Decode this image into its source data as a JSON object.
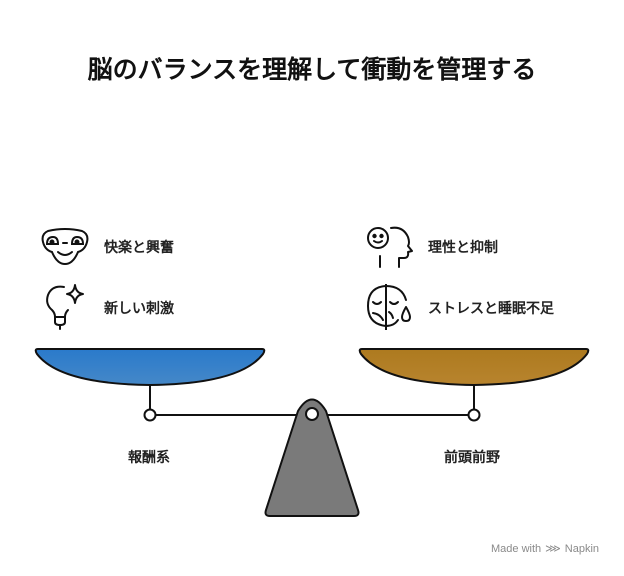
{
  "title": "脳のバランスを理解して衝動を管理する",
  "left": {
    "base_label": "報酬系",
    "pan_color": "#2f7dc8",
    "items": [
      {
        "icon": "alien-face-icon",
        "label": "快楽と興奮"
      },
      {
        "icon": "lightbulb-sparkle-icon",
        "label": "新しい刺激"
      }
    ]
  },
  "right": {
    "base_label": "前頭前野",
    "pan_color": "#b07c22",
    "items": [
      {
        "icon": "head-profile-smile-icon",
        "label": "理性と抑制"
      },
      {
        "icon": "sad-tear-face-icon",
        "label": "ストレスと睡眠不足"
      }
    ]
  },
  "fulcrum_color": "#7a7a7a",
  "watermark": {
    "prefix": "Made with",
    "brand": "Napkin"
  }
}
